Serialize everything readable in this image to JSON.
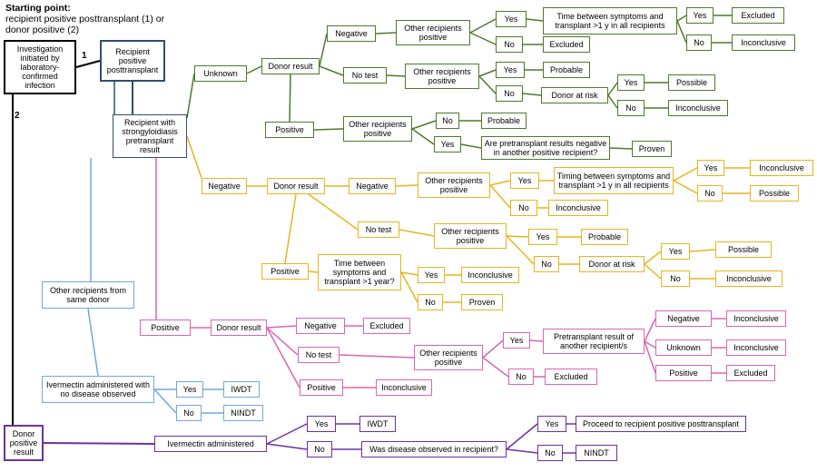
{
  "starting_point": {
    "title": "Starting point:",
    "line1": "recipient positive posttransplant (1) or",
    "line2": "donor positive (2)"
  },
  "path_labels": {
    "one": "1",
    "two": "2"
  },
  "colors": {
    "black": "#000000",
    "navy": "#2f4f6f",
    "green": "#4e7a2a",
    "gold": "#e8b41e",
    "pink": "#d966b3",
    "blue": "#6fa8dc",
    "purple": "#7030a0"
  },
  "nodes": {
    "investigation": "Investigation initiated by laboratory-confirmed infection",
    "recipient_positive": "Recipient positive posttransplant",
    "strongy_pre": "Recipient with strongyloidiasis pretransplant result",
    "unknown": "Unknown",
    "g_donor_result": "Donor result",
    "g_negative": "Negative",
    "g_other_recip_1": "Other recipients positive",
    "g_yes_1": "Yes",
    "g_time_between": "Time between symptoms and transplant >1 y in all recipients",
    "g_yes_2": "Yes",
    "g_excluded_1": "Excluded",
    "g_no_1": "No",
    "g_inconclusive_1": "Inconclusive",
    "g_no_2": "No",
    "g_excluded_2": "Excluded",
    "g_no_test": "No test",
    "g_other_recip_2": "Other recipients positive",
    "g_yes_3": "Yes",
    "g_probable_1": "Probable",
    "g_no_3": "No",
    "g_donor_at_risk": "Donor at risk",
    "g_yes_4": "Yes",
    "g_possible_1": "Possible",
    "g_no_4": "No",
    "g_inconclusive_2": "Inconclusive",
    "g_positive": "Positive",
    "g_other_recip_3": "Other recipients positive",
    "g_no_5": "No",
    "g_probable_2": "Probable",
    "g_yes_5": "Yes",
    "g_pretransplant_q": "Are pretransplant results negative in another positive recipient?",
    "g_proven": "Proven",
    "y_negative_top": "Negative",
    "y_donor_result": "Donor result",
    "y_negative": "Negative",
    "y_other_recip_1": "Other recipients positive",
    "y_yes_1": "Yes",
    "y_timing": "Timing between symptoms and transplant >1 y in all recipients",
    "y_yes_2": "Yes",
    "y_inconclusive_1": "Inconclusive",
    "y_no_1": "No",
    "y_possible_1": "Possible",
    "y_no_2": "No",
    "y_inconclusive_2": "Inconclusive",
    "y_no_test": "No test",
    "y_other_recip_2": "Other recipients positive",
    "y_yes_3": "Yes",
    "y_probable": "Probable",
    "y_no_3": "No",
    "y_donor_at_risk": "Donor at risk",
    "y_yes_4": "Yes",
    "y_possible_2": "Possible",
    "y_no_4": "No",
    "y_inconclusive_3": "Inconclusive",
    "y_positive": "Positive",
    "y_time_q": "Time between symptoms and transplant >1 year?",
    "y_yes_5": "Yes",
    "y_inconclusive_4": "Inconclusive",
    "y_no_5": "No",
    "y_proven": "Proven",
    "p_positive_top": "Positive",
    "p_donor_result": "Donor result",
    "p_negative": "Negative",
    "p_excluded_1": "Excluded",
    "p_no_test": "No test",
    "p_other_recip": "Other recipients positive",
    "p_yes": "Yes",
    "p_pretransplant": "Pretransplant result of another recipient/s",
    "p_negative_2": "Negative",
    "p_inconclusive_1": "Inconclusive",
    "p_unknown": "Unknown",
    "p_inconclusive_2": "Inconclusive",
    "p_positive_2": "Positive",
    "p_excluded_2": "Excluded",
    "p_no": "No",
    "p_excluded_3": "Excluded",
    "p_positive_3": "Positive",
    "p_inconclusive_3": "Inconclusive",
    "b_other_recip": "Other recipients from same donor",
    "b_ivermectin": "Ivermectin administered with no disease observed",
    "b_yes": "Yes",
    "b_iwdt": "IWDT",
    "b_no": "No",
    "b_nindt": "NINDT",
    "donor_positive": "Donor positive result",
    "u_ivermectin": "Ivermectin administered",
    "u_yes_1": "Yes",
    "u_iwdt": "IWDT",
    "u_no_1": "No",
    "u_disease_q": "Was disease observed in recipient?",
    "u_yes_2": "Yes",
    "u_proceed": "Proceed to recipient positive posttransplant",
    "u_no_2": "No",
    "u_nindt": "NINDT"
  }
}
